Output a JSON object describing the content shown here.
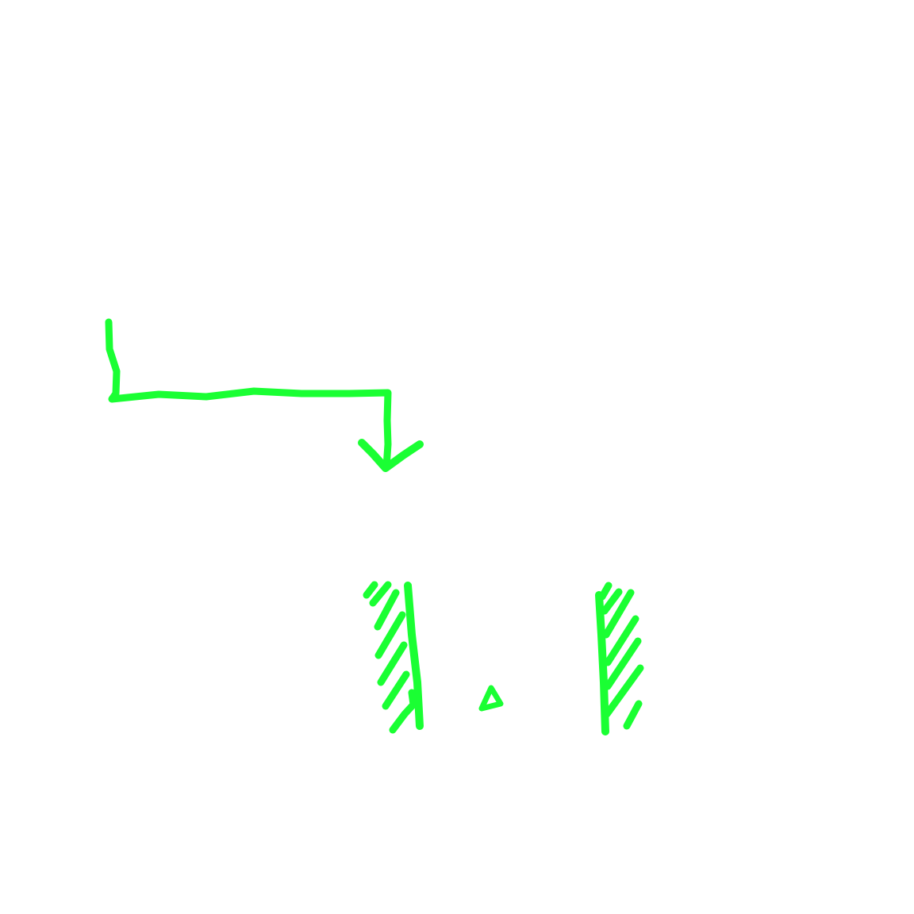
{
  "diagram": {
    "background_color": "#ffffff",
    "ink_color": "#1aff33",
    "elements": {
      "arrow": "bent-down-arrow",
      "left_wall": "hatched-wall-left",
      "right_wall": "hatched-wall-right",
      "marker": "small-triangle-marker"
    }
  }
}
